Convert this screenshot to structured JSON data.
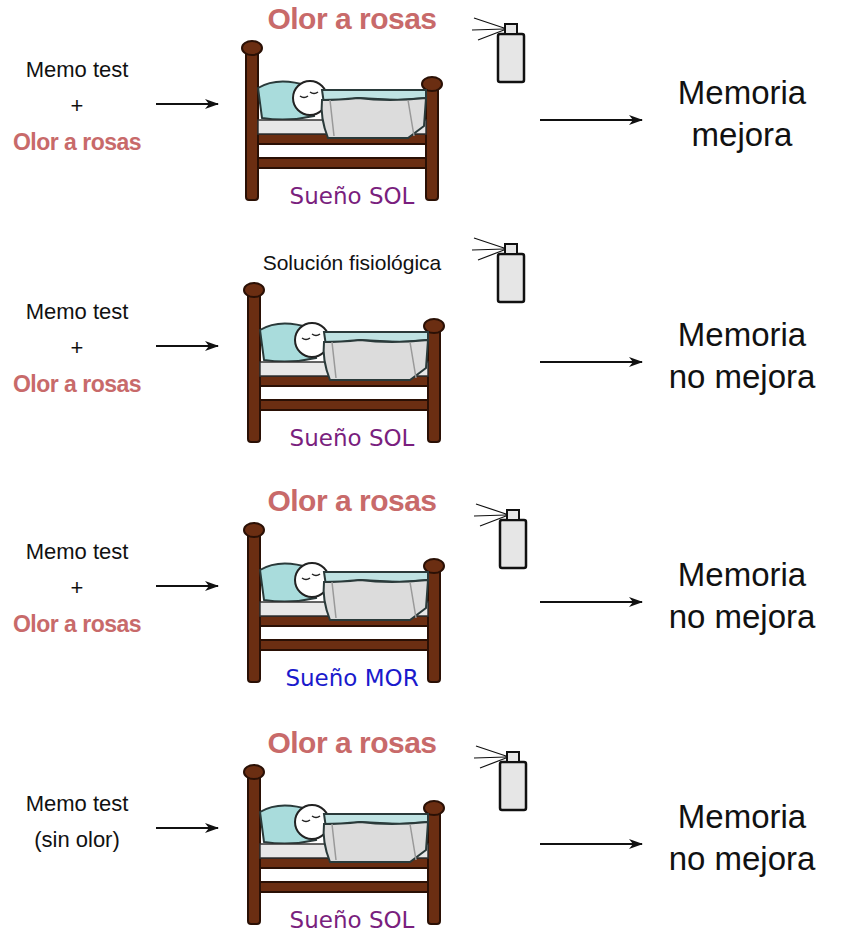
{
  "diagram": {
    "nodes": [
      {
        "text": [
          "Memo test",
          "+",
          "Olor a rosas"
        ]
      },
      {
        "text": [
          "Olor a rosas",
          "Sueño SOL"
        ]
      },
      {
        "text": [
          "Memoria mejora"
        ]
      },
      {
        "text": [
          "Memo test",
          "+",
          "Olor a rosas"
        ]
      },
      {
        "text": [
          "Solución fisiológica",
          "Sueño SOL"
        ]
      },
      {
        "text": [
          "Memoria no mejora"
        ]
      },
      {
        "text": [
          "Memo test",
          "+",
          "Olor a rosas"
        ]
      },
      {
        "text": [
          "Olor a rosas",
          "Sueño MOR"
        ]
      },
      {
        "text": [
          "Memoria no mejora"
        ]
      },
      {
        "text": [
          "Memo test (sin olor)"
        ]
      },
      {
        "text": [
          "Olor a rosas",
          "Sueño SOL"
        ]
      },
      {
        "text": [
          "Memoria no mejora"
        ]
      }
    ],
    "edges": [
      {
        "from": 0,
        "to": 1,
        "arrow": "to"
      },
      {
        "from": 1,
        "to": 2,
        "arrow": "to"
      },
      {
        "from": 3,
        "to": 4,
        "arrow": "to"
      },
      {
        "from": 4,
        "to": 5,
        "arrow": "to"
      },
      {
        "from": 6,
        "to": 7,
        "arrow": "to"
      },
      {
        "from": 7,
        "to": 8,
        "arrow": "to"
      },
      {
        "from": 9,
        "to": 10,
        "arrow": "to"
      },
      {
        "from": 10,
        "to": 11,
        "arrow": "to"
      }
    ]
  }
}
